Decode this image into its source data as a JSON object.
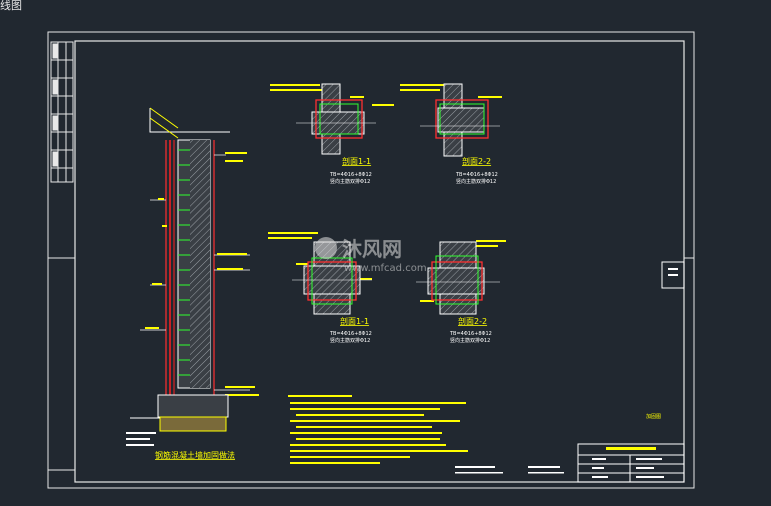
{
  "window": {
    "title_fragment": "线图"
  },
  "drawing": {
    "main_title": "钢筋混凝土墙加固做法",
    "sections": [
      {
        "title": "剖面1-1",
        "note_a": "TB=4Φ16+8Φ12",
        "note_b": "竖向主筋双排Φ12"
      },
      {
        "title": "剖面2-2",
        "note_a": "TB=4Φ16+8Φ12",
        "note_b": "竖向主筋双排Φ12"
      },
      {
        "title": "剖面1-1",
        "note_a": "TB=4Φ16+8Φ12",
        "note_b": "竖向主筋双排Φ12"
      },
      {
        "title": "剖面2-2",
        "note_a": "TB=4Φ16+8Φ12",
        "note_b": "竖向主筋双排Φ12"
      }
    ],
    "watermark_brand": "沐风网",
    "watermark_url": "www.mfcad.com",
    "sheet_label": "加固图"
  }
}
